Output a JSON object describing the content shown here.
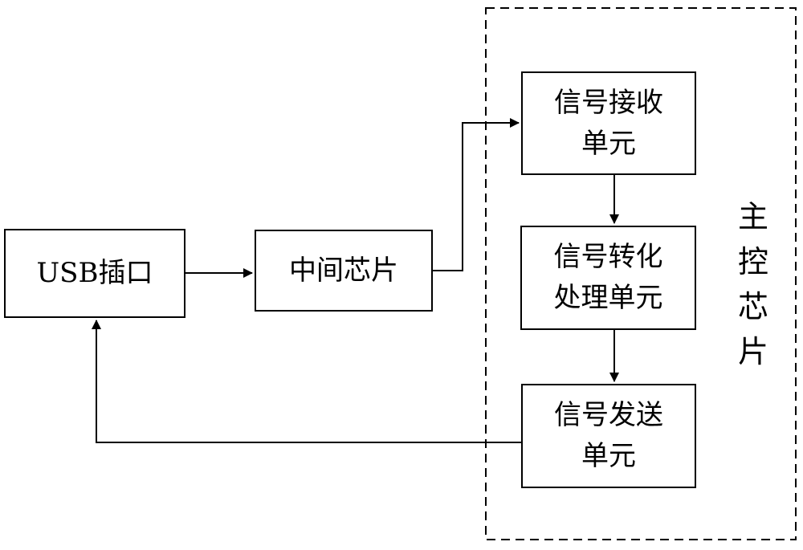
{
  "nodes": {
    "usb_port": "USB插口",
    "middle_chip": "中间芯片",
    "receive_unit": [
      "信号接收",
      "单元"
    ],
    "convert_unit": [
      "信号转化",
      "处理单元"
    ],
    "send_unit": [
      "信号发送",
      "单元"
    ]
  },
  "group": {
    "main_chip": [
      "主",
      "控",
      "芯",
      "片"
    ]
  },
  "colors": {
    "line": "#000000",
    "background": "#ffffff"
  }
}
